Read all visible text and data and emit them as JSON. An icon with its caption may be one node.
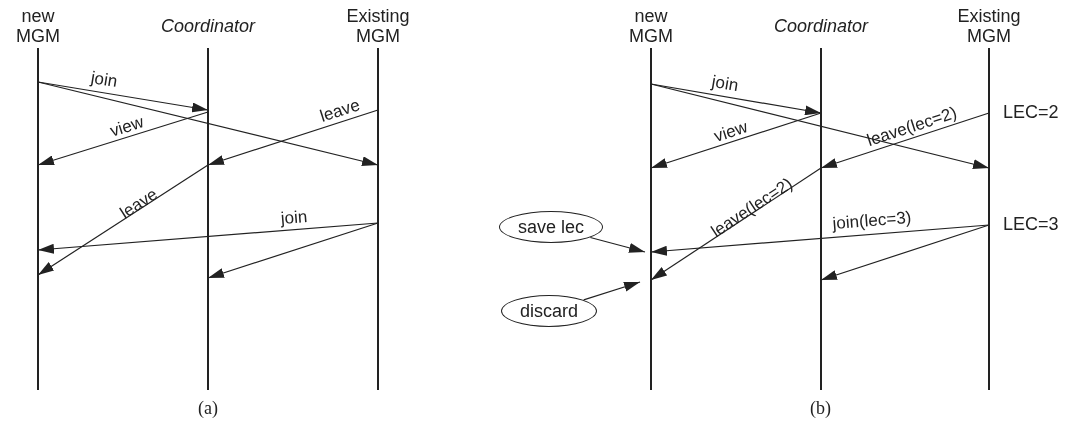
{
  "diagram": {
    "nodes": [
      {
        "text": [
          "new MGM"
        ]
      },
      {
        "text": [
          "Coordinator"
        ]
      },
      {
        "text": [
          "Existing MGM"
        ]
      },
      {
        "text": [
          "new MGM"
        ]
      },
      {
        "text": [
          "Coordinator"
        ]
      },
      {
        "text": [
          "Existing MGM"
        ]
      },
      {
        "text": [
          "save lec"
        ]
      },
      {
        "text": [
          "discard"
        ]
      }
    ],
    "edges": [
      {
        "from": 0,
        "to": 1,
        "arrow": "to",
        "label": "join"
      },
      {
        "from": 0,
        "to": 2,
        "arrow": "to"
      },
      {
        "from": 1,
        "to": 0,
        "arrow": "to",
        "label": "view"
      },
      {
        "from": 2,
        "to": 1,
        "arrow": "to",
        "label": "leave"
      },
      {
        "from": 1,
        "to": 0,
        "arrow": "to",
        "label": "leave"
      },
      {
        "from": 2,
        "to": 0,
        "arrow": "to",
        "label": "join"
      },
      {
        "from": 2,
        "to": 1,
        "arrow": "to"
      },
      {
        "from": 3,
        "to": 4,
        "arrow": "to",
        "label": "join"
      },
      {
        "from": 3,
        "to": 5,
        "arrow": "to"
      },
      {
        "from": 4,
        "to": 3,
        "arrow": "to",
        "label": "view"
      },
      {
        "from": 5,
        "to": 4,
        "arrow": "to",
        "label": "leave(lec=2)"
      },
      {
        "from": 4,
        "to": 3,
        "arrow": "to",
        "label": "leave(lec=2)"
      },
      {
        "from": 5,
        "to": 3,
        "arrow": "to",
        "label": "join(lec=3)"
      },
      {
        "from": 5,
        "to": 4,
        "arrow": "to"
      },
      {
        "from": 6,
        "to": 3,
        "arrow": "to"
      },
      {
        "from": 7,
        "to": 3,
        "arrow": "to"
      }
    ],
    "labels": [
      "LEC=2",
      "LEC=3",
      "(a)",
      "(b)"
    ]
  }
}
